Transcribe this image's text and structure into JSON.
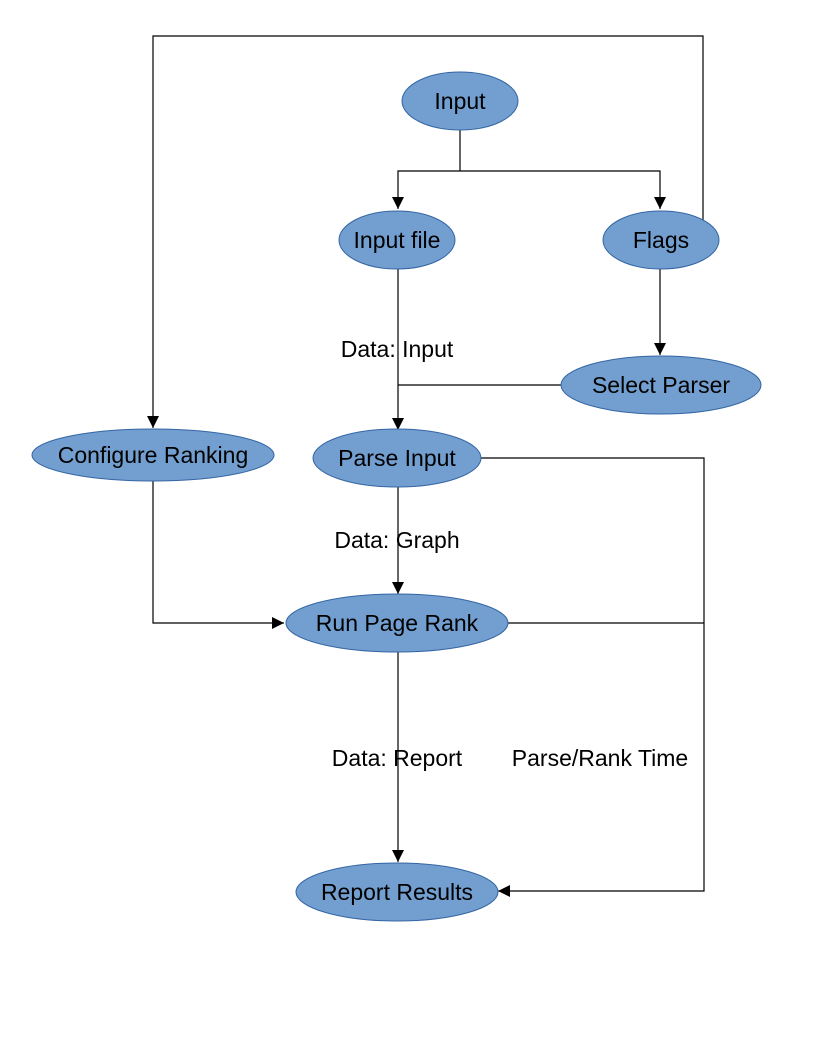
{
  "nodes": {
    "input": {
      "label": "Input"
    },
    "input_file": {
      "label": "Input file"
    },
    "flags": {
      "label": "Flags"
    },
    "select_parser": {
      "label": "Select Parser"
    },
    "configure_ranking": {
      "label": "Configure Ranking"
    },
    "parse_input": {
      "label": "Parse Input"
    },
    "run_page_rank": {
      "label": "Run Page Rank"
    },
    "report_results": {
      "label": "Report Results"
    }
  },
  "edge_labels": {
    "data_input": "Data: Input",
    "data_graph": "Data: Graph",
    "data_report": "Data: Report",
    "parse_rank_time": "Parse/Rank Time"
  },
  "colors": {
    "node_fill": "#729fcf",
    "node_stroke": "#3465a4",
    "edge": "#000000"
  }
}
